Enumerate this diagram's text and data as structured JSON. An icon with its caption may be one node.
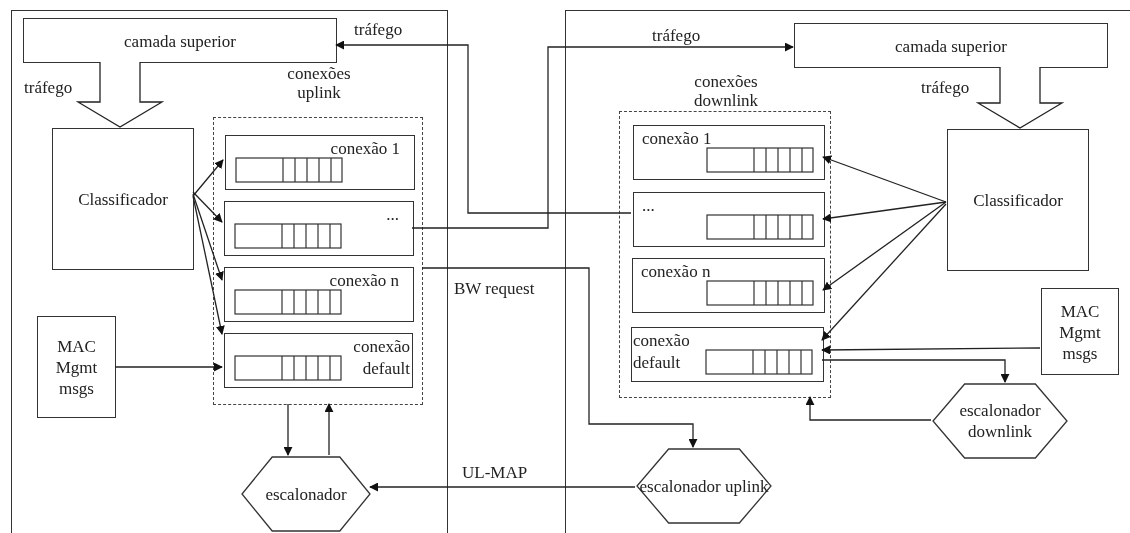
{
  "diagram": {
    "nodes": [
      {
        "text": [],
        "shape": "box"
      },
      {
        "text": [
          "camada superior"
        ],
        "in": 0
      },
      {
        "text": [
          "Classificador"
        ],
        "in": 0
      },
      {
        "text": [
          "conexões uplink"
        ],
        "in": 0
      },
      {
        "text": [
          "conexão 1"
        ],
        "in": 3
      },
      {
        "text": [
          "..."
        ],
        "in": 3
      },
      {
        "text": [
          "conexão n"
        ],
        "in": 3
      },
      {
        "text": [
          "conexão default"
        ],
        "in": 3
      },
      {
        "text": [
          "MAC Mgmt msgs"
        ],
        "in": 0
      },
      {
        "text": [
          "escalonador"
        ],
        "in": 0
      },
      {
        "text": [],
        "shape": "box"
      },
      {
        "text": [
          "camada superior"
        ],
        "in": 10
      },
      {
        "text": [
          "conexões downlink"
        ],
        "in": 10
      },
      {
        "text": [
          "conexão 1"
        ],
        "in": 12
      },
      {
        "text": [
          "..."
        ],
        "in": 12
      },
      {
        "text": [
          "conexão n"
        ],
        "in": 12
      },
      {
        "text": [
          "conexão default"
        ],
        "in": 12
      },
      {
        "text": [
          "Classificador"
        ],
        "in": 10
      },
      {
        "text": [
          "MAC Mgmt msgs"
        ],
        "in": 10
      },
      {
        "text": [
          "escalonador uplink"
        ],
        "in": 10
      },
      {
        "text": [
          "escalonador downlink"
        ],
        "in": 10
      }
    ],
    "edges": [
      {
        "from": 1,
        "to": 2,
        "arrow": "to",
        "label": "tráfego",
        "style": "thick"
      },
      {
        "from": 2,
        "to": 4,
        "arrow": "to"
      },
      {
        "from": 2,
        "to": 5,
        "arrow": "to"
      },
      {
        "from": 2,
        "to": 6,
        "arrow": "to"
      },
      {
        "from": 2,
        "to": 7,
        "arrow": "to"
      },
      {
        "from": 8,
        "to": 7,
        "arrow": "to"
      },
      {
        "from": 3,
        "to": 9,
        "arrow": "to"
      },
      {
        "from": 9,
        "to": 3,
        "arrow": "to"
      },
      {
        "from": 14,
        "to": 1,
        "arrow": "to",
        "label": "tráfego"
      },
      {
        "from": 5,
        "to": 11,
        "arrow": "to",
        "label": "tráfego"
      },
      {
        "from": 3,
        "to": 19,
        "arrow": "to",
        "label": "BW request"
      },
      {
        "from": 19,
        "to": 9,
        "arrow": "to",
        "label": "UL-MAP"
      },
      {
        "from": 11,
        "to": 17,
        "arrow": "to",
        "label": "tráfego",
        "style": "thick"
      },
      {
        "from": 17,
        "to": 13,
        "arrow": "to"
      },
      {
        "from": 17,
        "to": 14,
        "arrow": "to"
      },
      {
        "from": 17,
        "to": 15,
        "arrow": "to"
      },
      {
        "from": 17,
        "to": 16,
        "arrow": "to"
      },
      {
        "from": 18,
        "to": 16,
        "arrow": "to"
      },
      {
        "from": 16,
        "to": 20,
        "arrow": "to"
      },
      {
        "from": 20,
        "to": 12,
        "arrow": "to"
      }
    ]
  }
}
